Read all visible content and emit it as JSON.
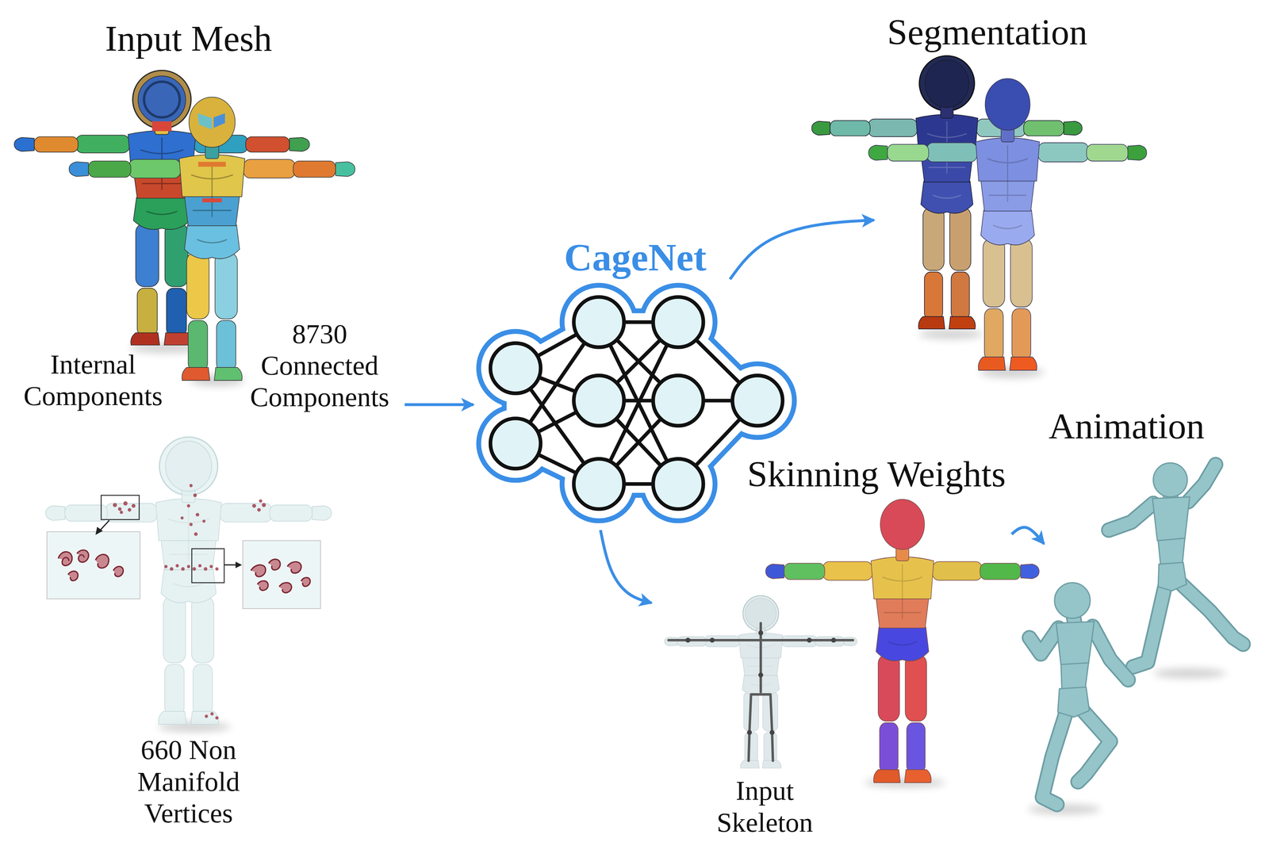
{
  "diagram": {
    "nodes": [
      {
        "text": [
          "Input Mesh",
          "Internal Components",
          "8730 Connected Components",
          "660 Non Manifold Vertices"
        ]
      },
      {
        "text": [
          "CageNet"
        ]
      },
      {
        "text": [
          "Segmentation"
        ]
      },
      {
        "text": [
          "Skinning Weights",
          "Input Skeleton"
        ]
      },
      {
        "text": [
          "Animation"
        ]
      }
    ],
    "edges": [
      {
        "from": 0,
        "to": 1,
        "arrow": "to"
      },
      {
        "from": 1,
        "to": 2,
        "arrow": "to"
      },
      {
        "from": 1,
        "to": 3,
        "arrow": "to"
      },
      {
        "from": 3,
        "to": 4,
        "arrow": "to"
      }
    ]
  }
}
